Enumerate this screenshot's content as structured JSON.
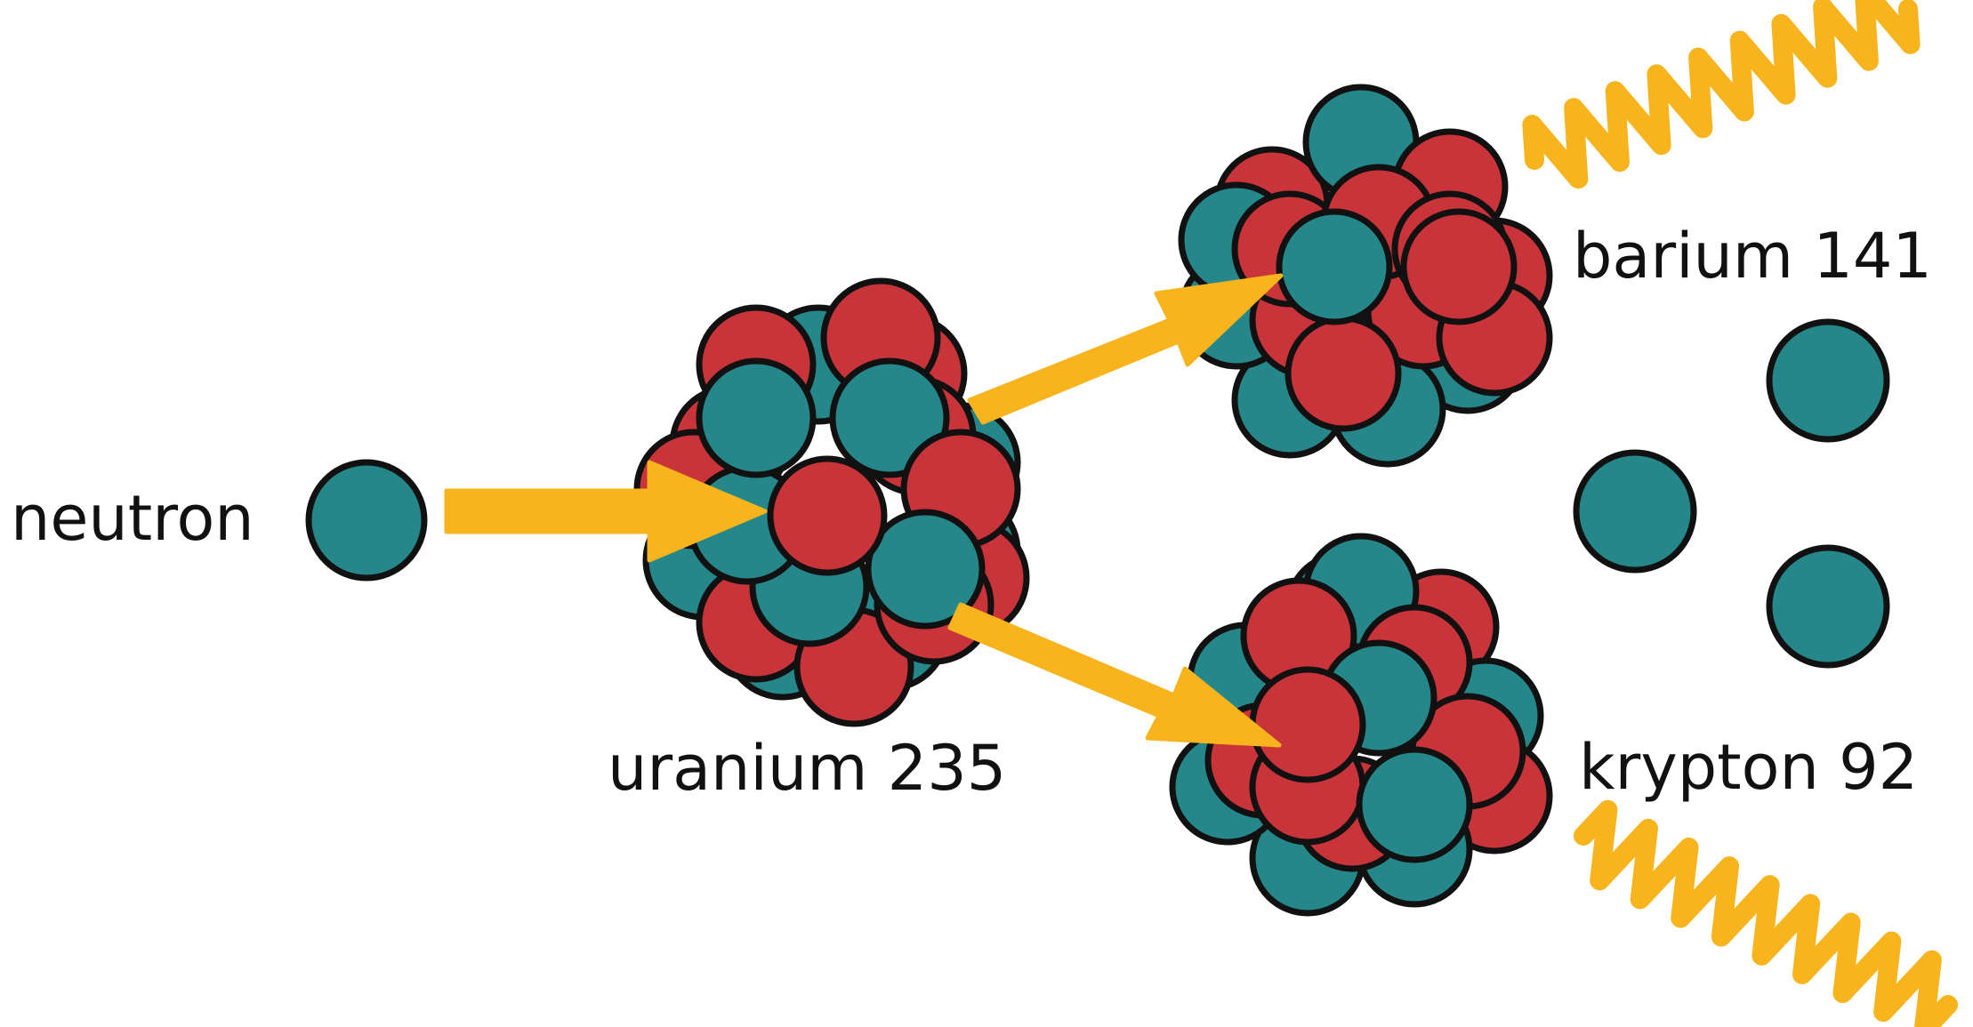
{
  "labels": {
    "neutron": "neutron",
    "uranium": "uranium 235",
    "barium": "barium 141",
    "krypton": "krypton 92"
  },
  "colors": {
    "neutron": "#26878a",
    "proton": "#c9343a",
    "outline": "#111111",
    "arrow": "#f7b41d",
    "radiation": "#f7b41d",
    "text": "#111111",
    "background": "#ffffff"
  },
  "icons": {
    "free_neutron": "neutron-particle-icon",
    "nucleus": "nucleus-cluster-icon",
    "gamma": "gamma-ray-wave-icon"
  }
}
